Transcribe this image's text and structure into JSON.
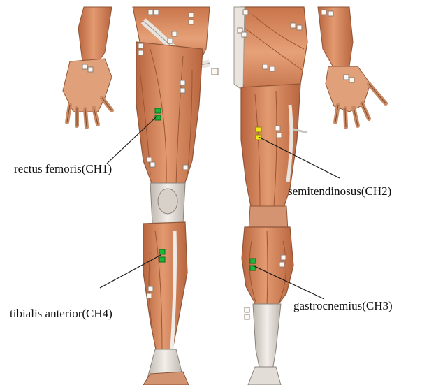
{
  "labels": {
    "ch1": "rectus femoris(CH1)",
    "ch2": "semitendinosus(CH2)",
    "ch3": "gastrocnemius(CH3)",
    "ch4": "tibialis anterior(CH4)"
  },
  "colors": {
    "muscle": "#d9875f",
    "muscle_dark": "#b8653e",
    "tendon": "#e9e4de",
    "bone": "#c9c4bd",
    "electrode_green": "#1db43a",
    "electrode_yellow": "#f2e61a",
    "marker_outline": "#9a8a80",
    "leader_line": "#1a1a1a"
  },
  "icons": {
    "electrode_pair": "electrode-pair-icon",
    "reference_marker": "reference-marker-icon"
  }
}
